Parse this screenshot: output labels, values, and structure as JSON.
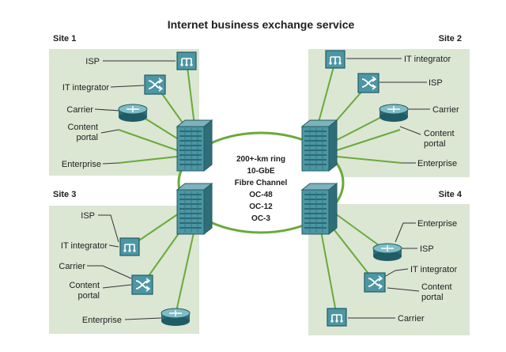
{
  "title": "Internet business exchange service",
  "colors": {
    "panel": "#dbe6d3",
    "link_green": "#6aaa3a",
    "device_teal": "#4d96a4",
    "device_dark": "#1f5c66",
    "switch_frame": "#2f6e78",
    "text": "#1e1e1e"
  },
  "sites": [
    {
      "name": "Site 1",
      "labels": [
        "ISP",
        "IT integrator",
        "Carrier",
        "Content portal",
        "Enterprise"
      ]
    },
    {
      "name": "Site 2",
      "labels": [
        "IT integrator",
        "ISP",
        "Carrier",
        "Content portal",
        "Enterprise"
      ]
    },
    {
      "name": "Site 3",
      "labels": [
        "ISP",
        "IT integrator",
        "Carrier",
        "Content portal",
        "Enterprise"
      ]
    },
    {
      "name": "Site 4",
      "labels": [
        "Enterprise",
        "ISP",
        "IT integrator",
        "Content portal",
        "Carrier"
      ]
    }
  ],
  "ring": {
    "labels": [
      "200+-km ring",
      "10-GbE",
      "Fibre Channel",
      "OC-48",
      "OC-12",
      "OC-3"
    ]
  },
  "icons": {
    "hub": "hub-icon",
    "crossconnect": "crossconnect-switch-icon",
    "router": "router-icon",
    "chassis": "chassis-switch-icon"
  }
}
